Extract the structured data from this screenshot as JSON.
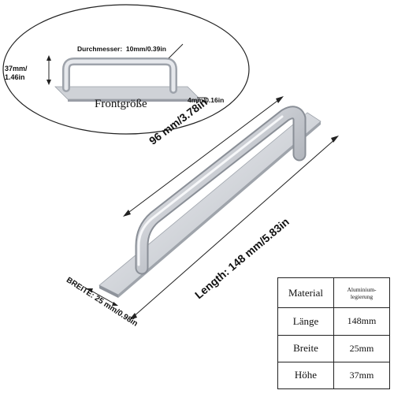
{
  "callout": {
    "height_label": "37mm/\n1.46in",
    "diameter_label": "Durchmesser:  10mm/0.39in",
    "thickness_label": "4mm/0.16in",
    "caption": "Frontgröße"
  },
  "dimensions": {
    "hole_spacing": "96 mm/3.78in",
    "length": "Length: 148 mm/5.83in",
    "width": "BREITE: 25 mm/0.98in"
  },
  "spec_table": {
    "rows": [
      {
        "key": "Material",
        "value": "Aluminium-\nlegierung"
      },
      {
        "key": "Länge",
        "value": "148mm"
      },
      {
        "key": "Breite",
        "value": "25mm"
      },
      {
        "key": "Höhe",
        "value": "37mm"
      }
    ]
  },
  "colors": {
    "metal_light": "#e4e6ea",
    "metal_mid": "#c3c6cc",
    "metal_dark": "#9a9ea6",
    "line": "#222222"
  }
}
